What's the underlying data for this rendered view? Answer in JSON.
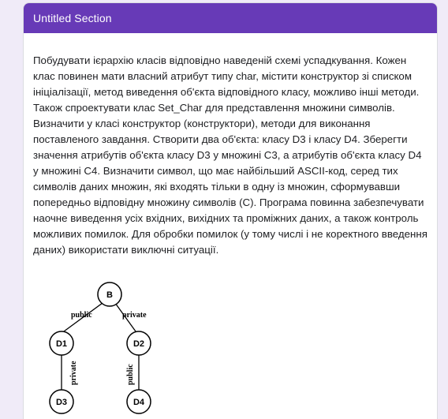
{
  "section": {
    "title": "Untitled Section",
    "description": "Побудувати ієрархію класів відповідно наведеній схемі успадкування. Кожен клас повинен мати власний атрибут типу char, містити конструктор зі списком ініціалізації, метод виведення об'єкта відповідного класу, можливо інші методи. Також спроектувати клас Set_Char для представлення множини символів. Визначити у класі конструктор (конструктори), методи для виконання поставленого завдання. Створити два об'єкта: класу D3 і класу D4. Зберегти значення атрибутів об'єкта класу D3 у множині C3, а атрибутів об'єкта класу D4 у множині C4. Визначити символ, що має найбільший ASCII-код, серед тих символів даних множин, які входять тільки в одну із множин, сформувавши попередньо відповідну множину символів (C). Програма повинна забезпечувати наочне виведення усіх вхідних, вихідних та проміжних даних, а також контроль можливих помилок. Для обробки помилок (у тому числі і не коректного введення даних) використати виключні ситуації."
  },
  "diagram": {
    "nodes": {
      "b": "B",
      "d1": "D1",
      "d2": "D2",
      "d3": "D3",
      "d4": "D4"
    },
    "edges": {
      "b_d1": "public",
      "b_d2": "private",
      "d1_d3": "private",
      "d2_d4": "public"
    }
  }
}
